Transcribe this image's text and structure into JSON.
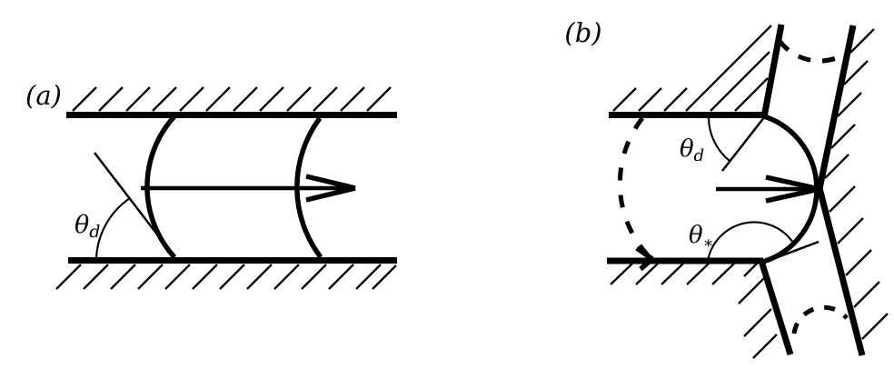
{
  "figure": {
    "background_color": "#ffffff",
    "ink_color": "#000000",
    "panel_a": {
      "label": "(a)",
      "theta_d": {
        "base": "θ",
        "sub": "d"
      }
    },
    "panel_b": {
      "label": "(b)",
      "theta_d": {
        "base": "θ",
        "sub": "d"
      },
      "theta_star": {
        "base": "θ",
        "sub": "∗"
      }
    }
  }
}
